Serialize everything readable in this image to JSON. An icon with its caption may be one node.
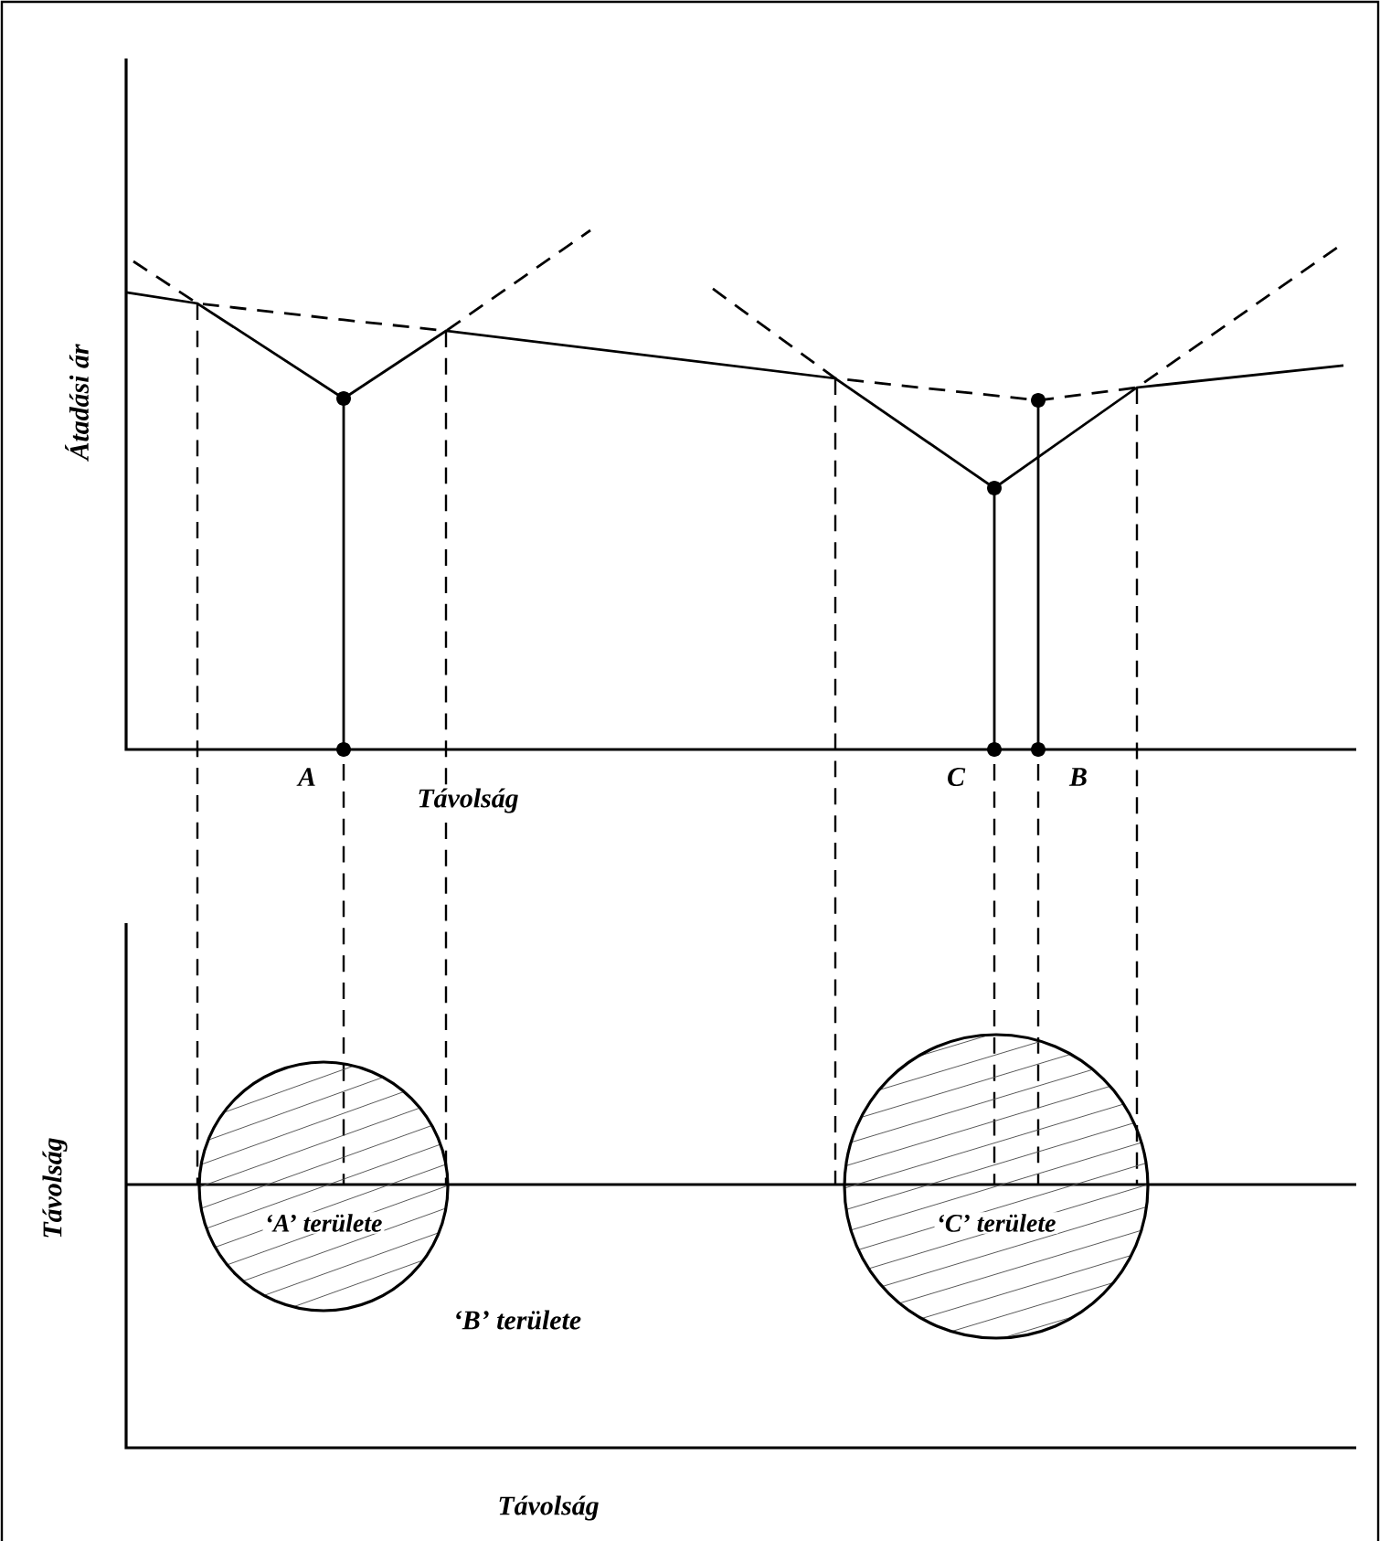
{
  "diagram": {
    "nodes": [
      {
        "text": [
          "‘A’ területe"
        ]
      },
      {
        "text": [
          "‘C’ területe"
        ]
      }
    ],
    "labels": [
      "Átadási ár",
      "A",
      "Távolság",
      "C",
      "B",
      "Távolság",
      "‘B’ területe",
      "Távolság"
    ]
  }
}
